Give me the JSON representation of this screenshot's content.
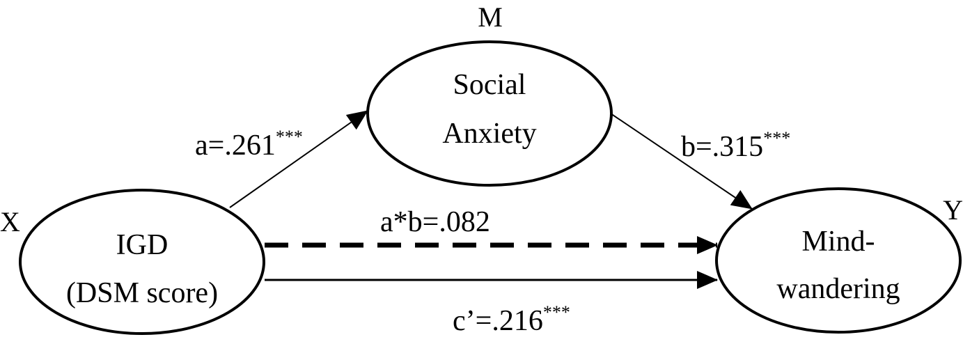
{
  "nodes": {
    "x": {
      "letter": "X",
      "line1": "IGD",
      "line2": "(DSM score)"
    },
    "m": {
      "letter": "M",
      "line1": "Social",
      "line2": "Anxiety"
    },
    "y": {
      "letter": "Y",
      "line1": "Mind-",
      "line2": "wandering"
    }
  },
  "paths": {
    "a": {
      "label": "a=.261",
      "sig": "***"
    },
    "b": {
      "label": "b=.315",
      "sig": "***"
    },
    "ab": {
      "label": "a*b=.082"
    },
    "c_prime": {
      "label": "c’=.216",
      "sig": "***"
    }
  },
  "colors": {
    "stroke": "#000000",
    "background": "#ffffff"
  }
}
